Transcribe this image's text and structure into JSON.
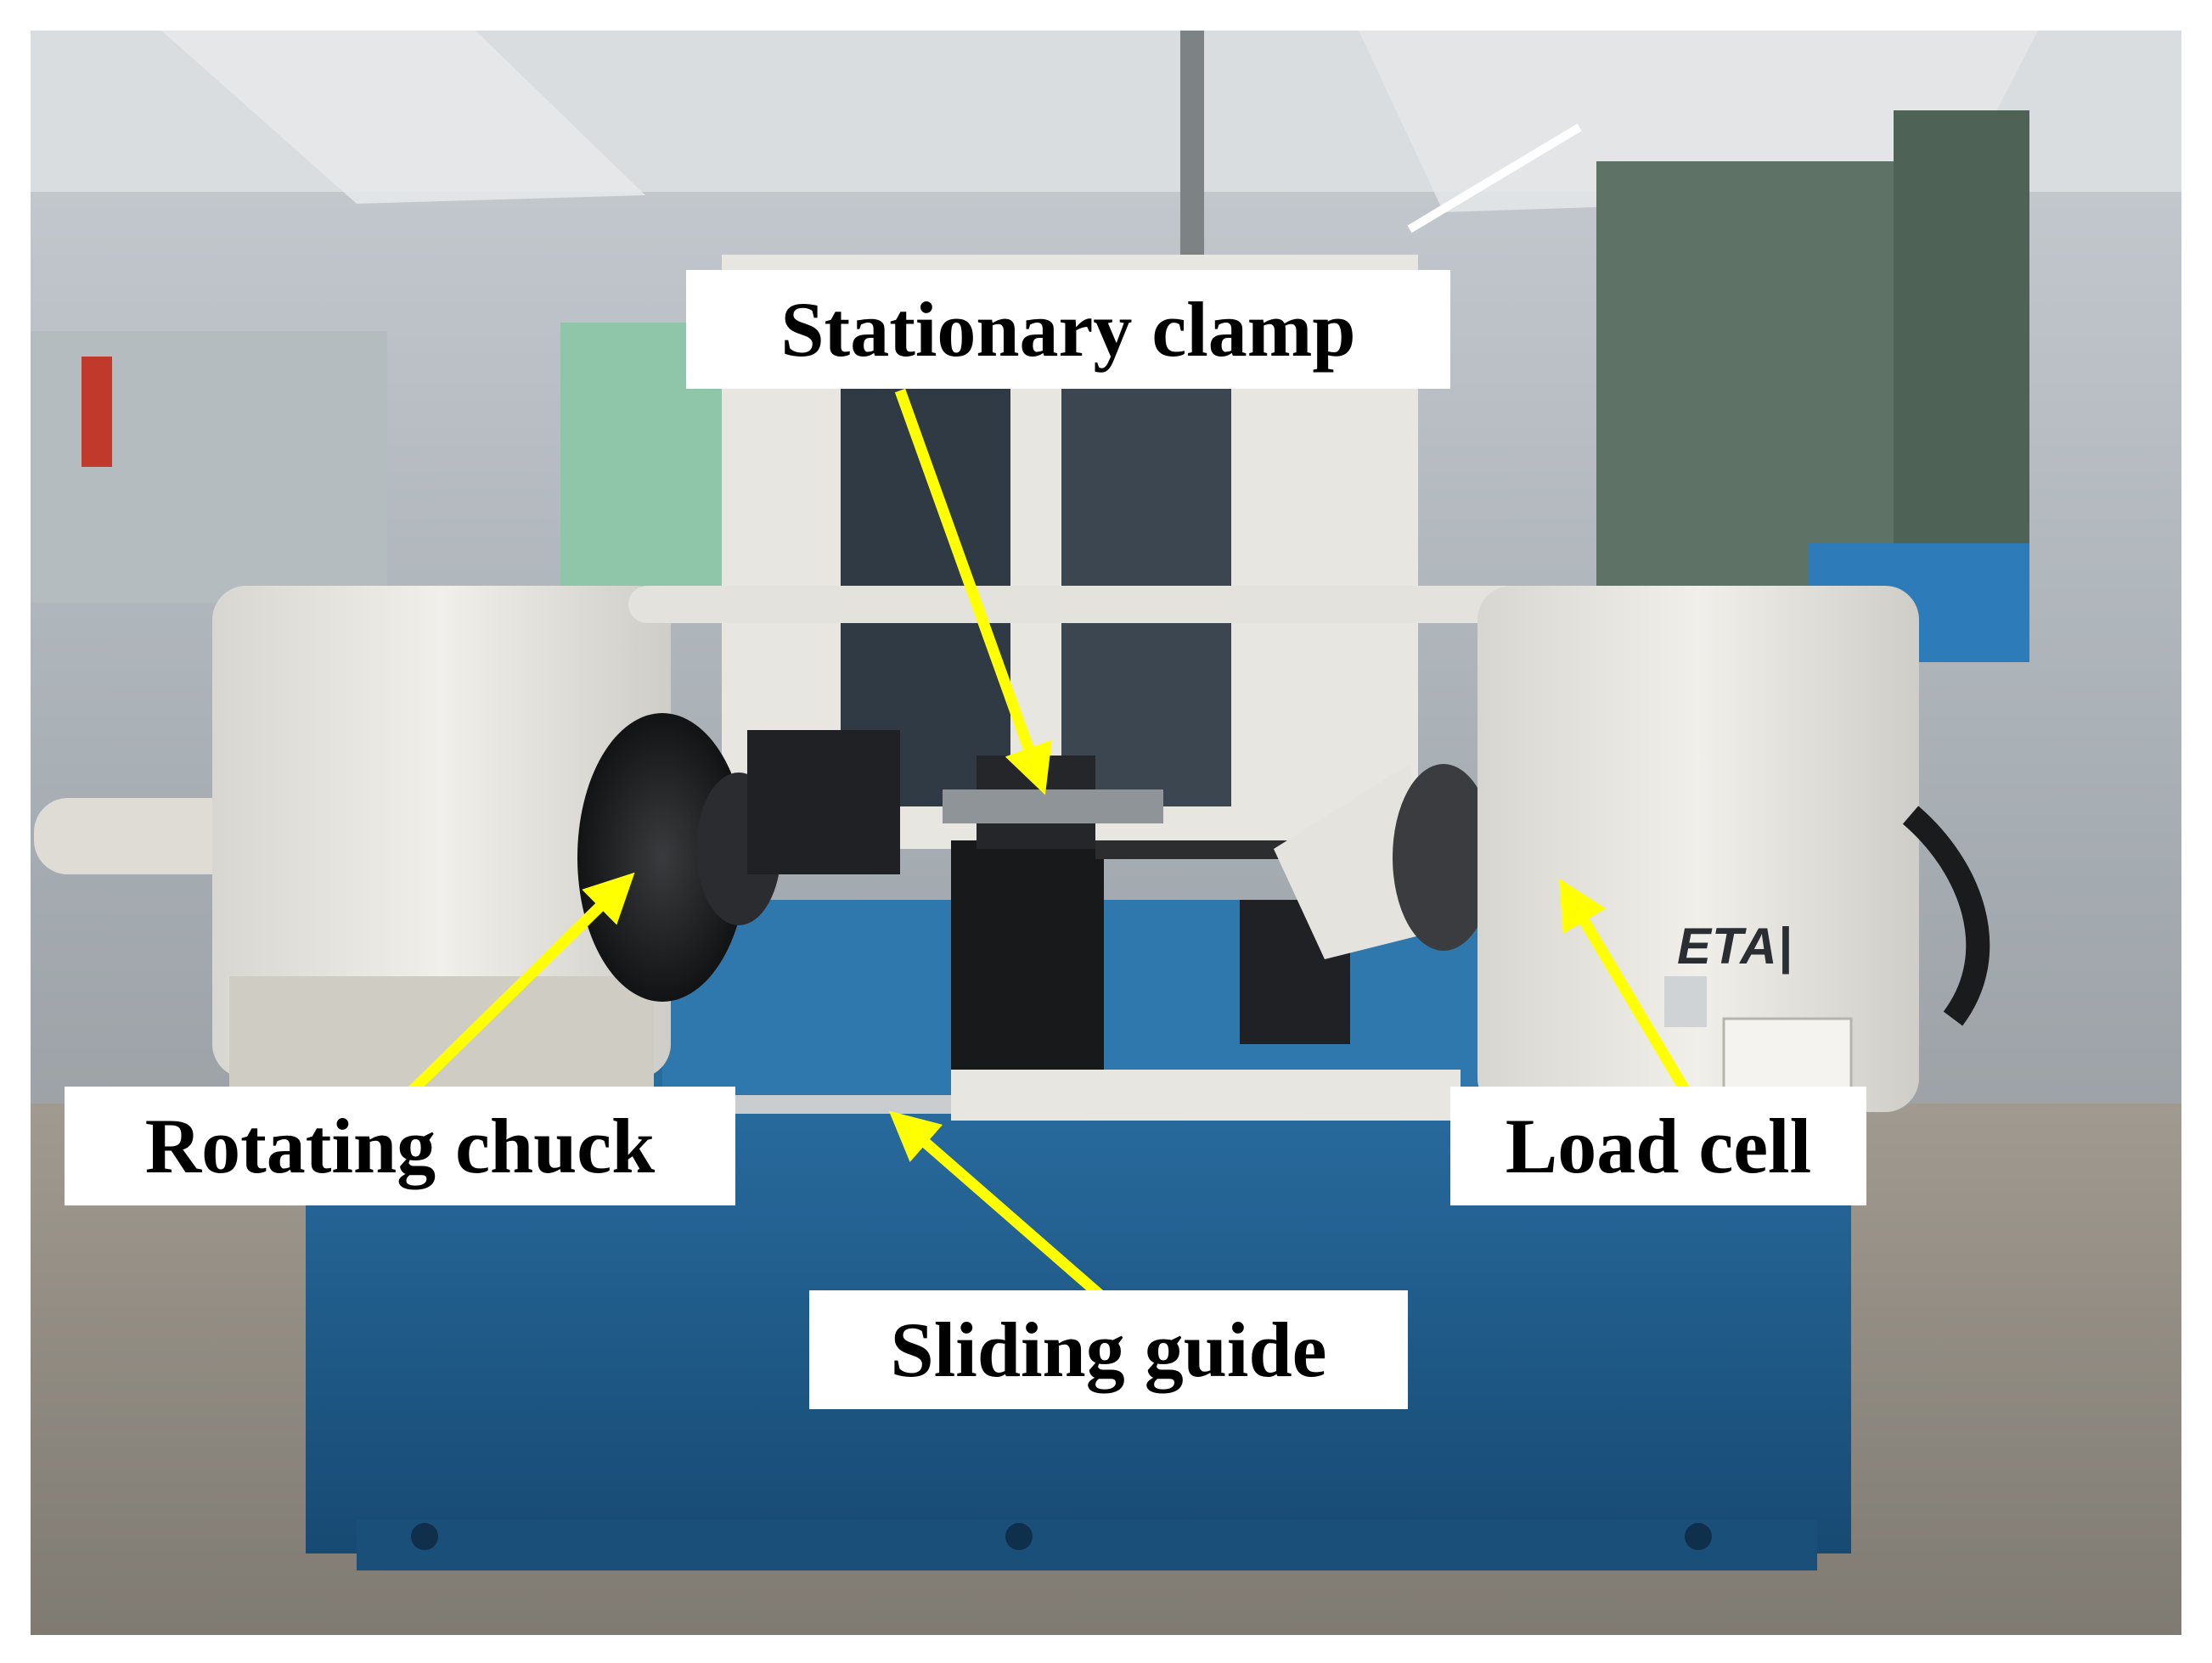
{
  "image": {
    "kind": "photograph",
    "subject": "friction welding machine in a workshop",
    "colors": {
      "base_blue": "#1f5d8c",
      "housing_white": "#e9e7e1",
      "arrow_yellow": "#ffff00",
      "chuck_black": "#1b1c1e"
    }
  },
  "labels": {
    "stationary_clamp": "Stationary clamp",
    "rotating_chuck": "Rotating chuck",
    "load_cell": "Load cell",
    "sliding_guide": "Sliding guide"
  },
  "machine": {
    "brand": "ETA|"
  }
}
